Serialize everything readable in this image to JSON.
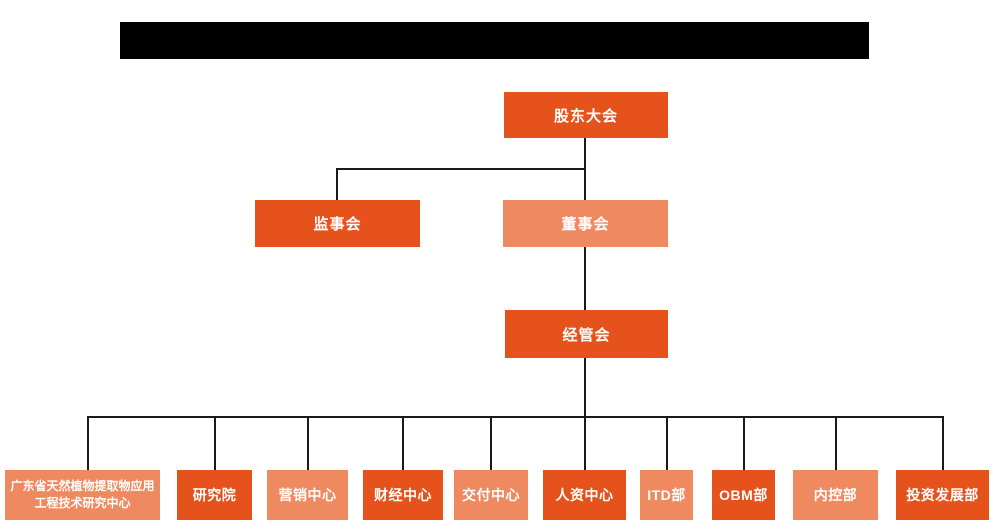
{
  "colors": {
    "primary": "#E5521B",
    "secondary": "#EF8960",
    "line": "#1a1a1a",
    "redaction": "#000000"
  },
  "org": {
    "title_bar": {
      "redacted": true,
      "text": ""
    },
    "level1": {
      "label": "股东大会",
      "tone": "primary"
    },
    "level2": [
      {
        "label": "监事会",
        "tone": "primary"
      },
      {
        "label": "董事会",
        "tone": "secondary"
      }
    ],
    "level3": {
      "label": "经管会",
      "tone": "primary"
    },
    "departments": [
      {
        "label": "广东省天然植物提取物应用工程技术研究中心",
        "tone": "secondary"
      },
      {
        "label": "研究院",
        "tone": "primary"
      },
      {
        "label": "营销中心",
        "tone": "secondary"
      },
      {
        "label": "财经中心",
        "tone": "primary"
      },
      {
        "label": "交付中心",
        "tone": "secondary"
      },
      {
        "label": "人资中心",
        "tone": "primary"
      },
      {
        "label": "ITD部",
        "tone": "secondary"
      },
      {
        "label": "OBM部",
        "tone": "primary"
      },
      {
        "label": "内控部",
        "tone": "secondary"
      },
      {
        "label": "投资发展部",
        "tone": "primary"
      }
    ]
  }
}
